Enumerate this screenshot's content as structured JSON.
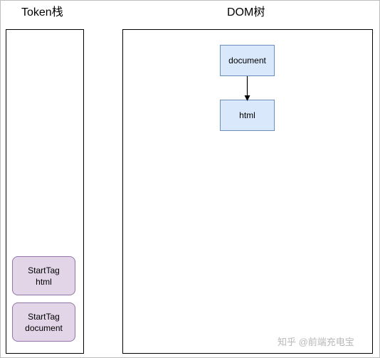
{
  "token_stack": {
    "title": "Token栈",
    "tokens": [
      {
        "line1": "StartTag",
        "line2": "html"
      },
      {
        "line1": "StartTag",
        "line2": "document"
      }
    ]
  },
  "dom_tree": {
    "title": "DOM树",
    "nodes": [
      {
        "label": "document"
      },
      {
        "label": "html"
      }
    ]
  },
  "watermark": "知乎 @前端充电宝",
  "colors": {
    "token_fill": "#e1d5e7",
    "token_border": "#9673a6",
    "node_fill": "#dae8fc",
    "node_border": "#6c8ebf"
  }
}
